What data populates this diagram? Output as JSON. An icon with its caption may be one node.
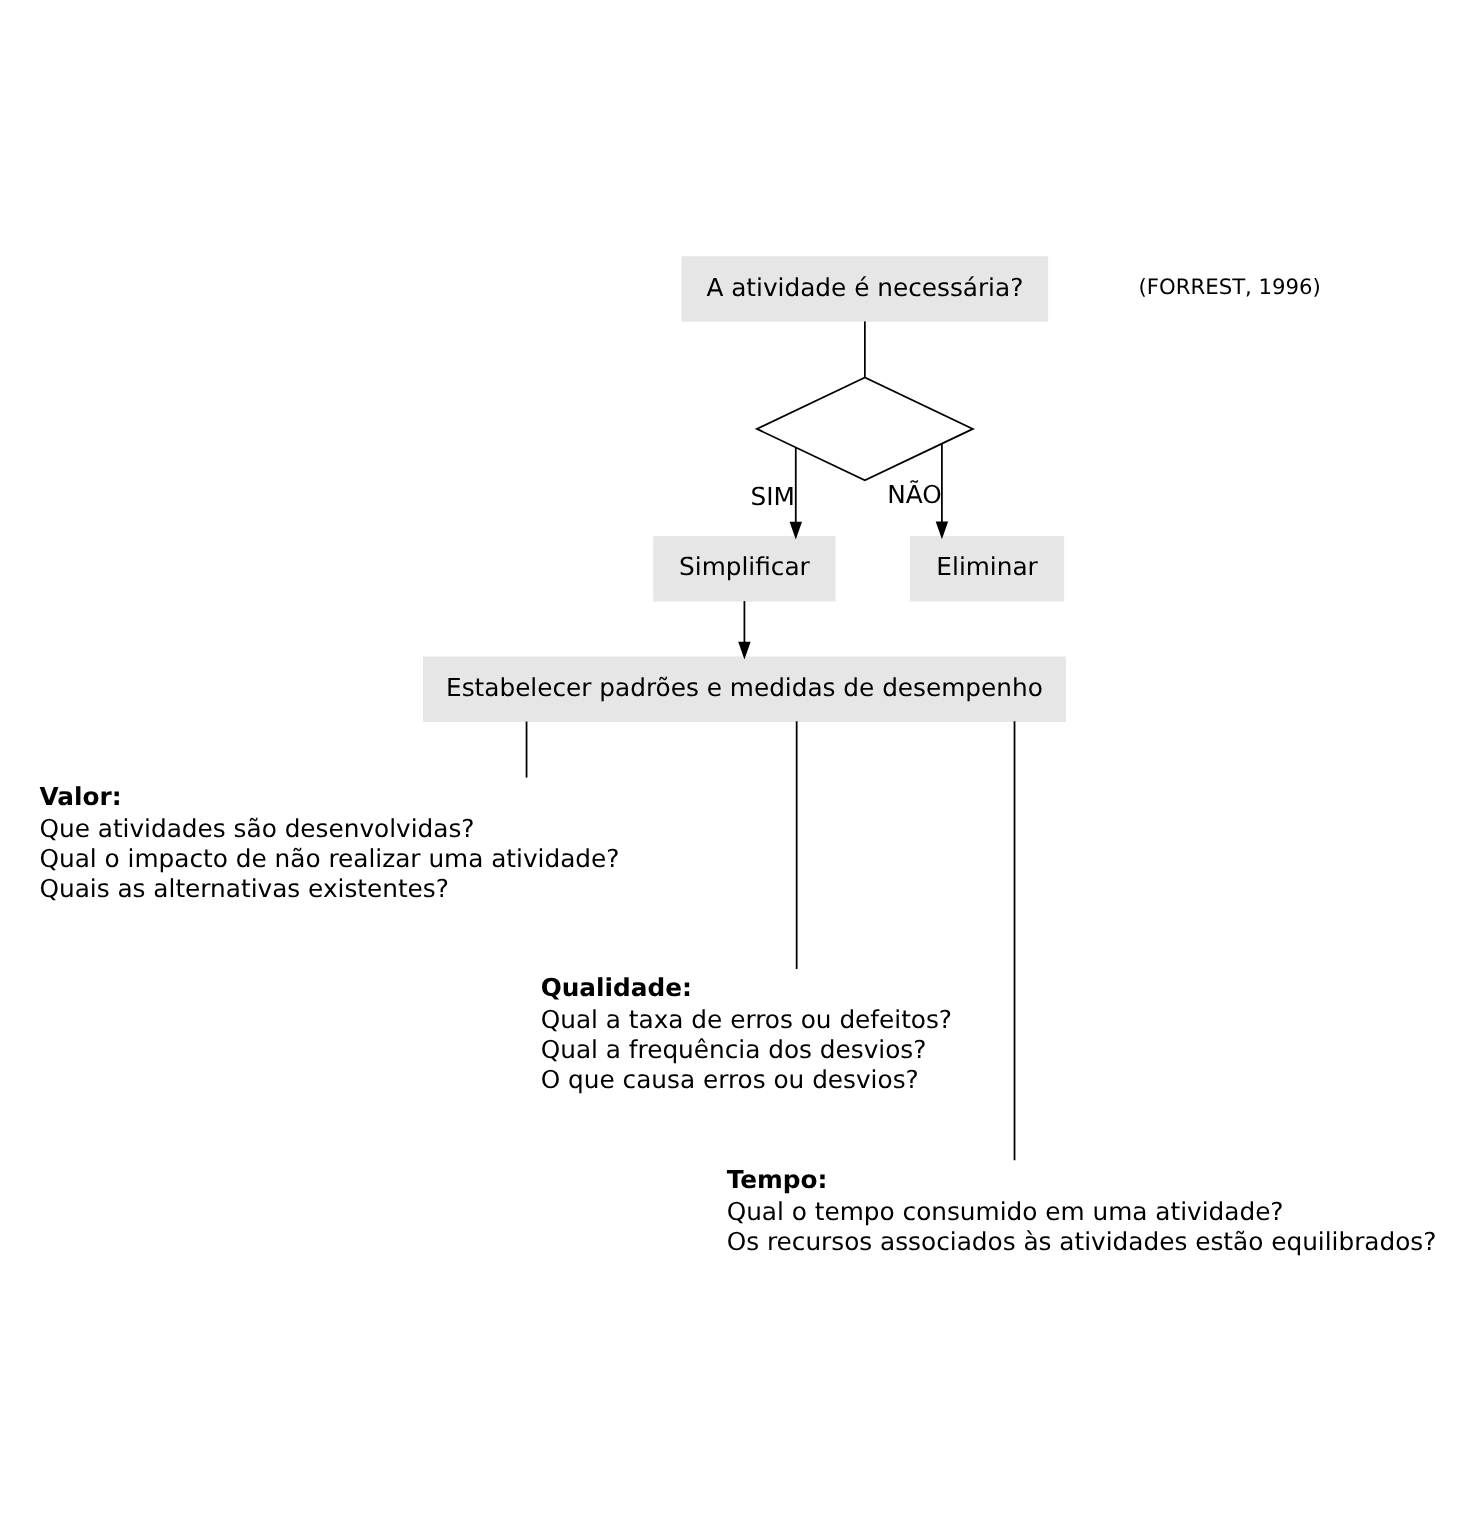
{
  "diagram": {
    "nodes": [
      {
        "text": [
          "A atividade é necessária?"
        ]
      },
      {
        "text": [],
        "shape": "diamond"
      },
      {
        "text": [
          "Simplificar"
        ]
      },
      {
        "text": [
          "Eliminar"
        ]
      },
      {
        "text": [
          "Estabelecer padrões e medidas de desempenho"
        ]
      },
      {
        "text": [
          "Valor:",
          "Que atividades são desenvolvidas?",
          "Qual o impacto de não realizar uma atividade?",
          "Quais as alternativas existentes?"
        ]
      },
      {
        "text": [
          "Qualidade:",
          "Qual a taxa de erros ou defeitos?",
          "Qual a frequência dos desvios?",
          "O que causa erros ou desvios?"
        ]
      },
      {
        "text": [
          "Tempo:",
          "Qual o tempo consumido em uma atividade?",
          "Os recursos associados às atividades estão equilibrados?"
        ]
      }
    ],
    "edges": [
      {
        "from": 0,
        "to": 1,
        "arrow": "none"
      },
      {
        "from": 1,
        "to": 2,
        "arrow": "to",
        "label": "SIM"
      },
      {
        "from": 1,
        "to": 3,
        "arrow": "to",
        "label": "NÃO"
      },
      {
        "from": 2,
        "to": 4,
        "arrow": "to"
      },
      {
        "from": 4,
        "to": 5,
        "arrow": "none"
      },
      {
        "from": 4,
        "to": 6,
        "arrow": "none"
      },
      {
        "from": 4,
        "to": 7,
        "arrow": "none"
      }
    ],
    "labels": [
      "(FORREST, 1996)"
    ]
  }
}
